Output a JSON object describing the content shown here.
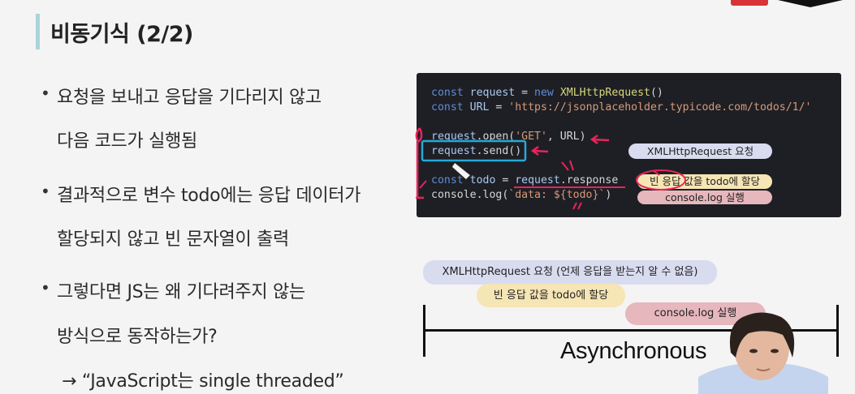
{
  "slide": {
    "title": "비동기식 (2/2)",
    "bullets": [
      {
        "line1": "요청을 보내고 응답을 기다리지 않고",
        "line2": "다음 코드가 실행됨"
      },
      {
        "line1": "결과적으로 변수 todo에는 응답 데이터가",
        "line2": "할당되지 않고 빈 문자열이 출력"
      },
      {
        "line1": "그렇다면 JS는 왜 기다려주지 않는",
        "line2": "방식으로 동작하는가?"
      }
    ],
    "sub_bullet": "→ “JavaScript는 single threaded”"
  },
  "code": {
    "l1": {
      "kw": "const ",
      "var": "request",
      "op": " = ",
      "kw2": "new ",
      "cls": "XMLHttpRequest",
      "tail": "()"
    },
    "l2": {
      "kw": "const ",
      "var": "URL",
      "op": " = ",
      "str": "'https://jsonplaceholder.typicode.com/todos/1/'"
    },
    "l3": {
      "var": "request",
      "tail1": ".open(",
      "str": "'GET'",
      "tail2": ", URL)"
    },
    "l4": {
      "var": "request",
      "tail": ".send()"
    },
    "l5": {
      "kw": "const ",
      "var": "todo",
      "op": " = ",
      "var2": "request",
      "tail": ".response"
    },
    "l6": {
      "pre": "console.log(",
      "tpl": "`data: ${todo}`",
      "tail": ")"
    }
  },
  "code_labels": {
    "xhr": "XMLHttpRequest 요청",
    "assign": "빈 응답 값을 todo에 할당",
    "log": "console.log 실행"
  },
  "timeline": {
    "xhr": "XMLHttpRequest 요청 (언제 응답을 받는지 알 수 없음)",
    "assign": "빈 응답 값을 todo에 할당",
    "log": "console.log 실행",
    "label": "Asynchronous"
  },
  "colors": {
    "title_accent": "#a9d4dc",
    "pill_lavender": "#d9dcef",
    "pill_cream": "#f6e5b5",
    "pill_rose": "#e6b7bd",
    "annotation_pink": "#e8245c",
    "annotation_cyan": "#27a8d8"
  }
}
